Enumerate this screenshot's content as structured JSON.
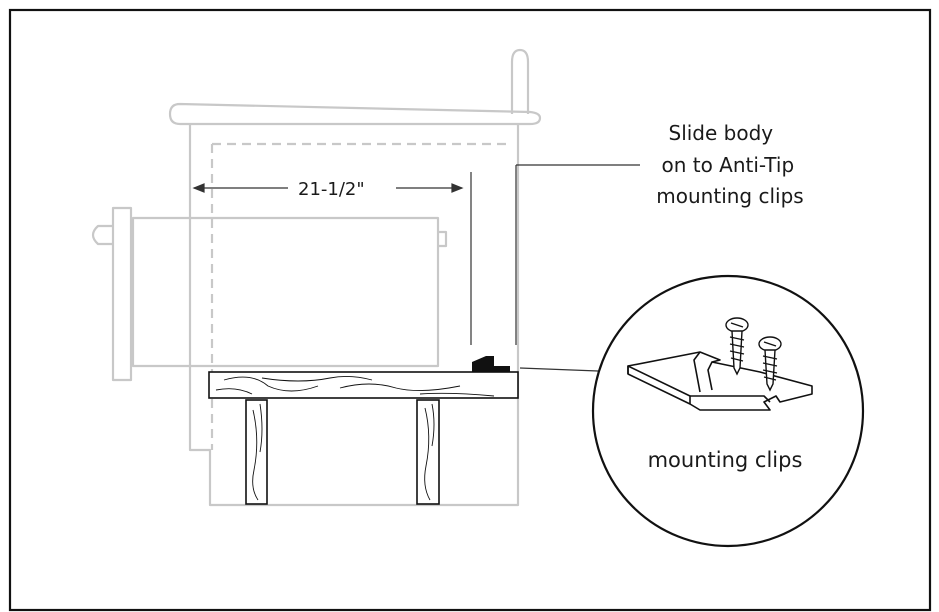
{
  "diagram": {
    "dimension_label": "21-1/2\"",
    "callout_lines": [
      "Slide body",
      "on to Anti-Tip",
      "mounting clips"
    ],
    "inset_label": "mounting clips"
  }
}
